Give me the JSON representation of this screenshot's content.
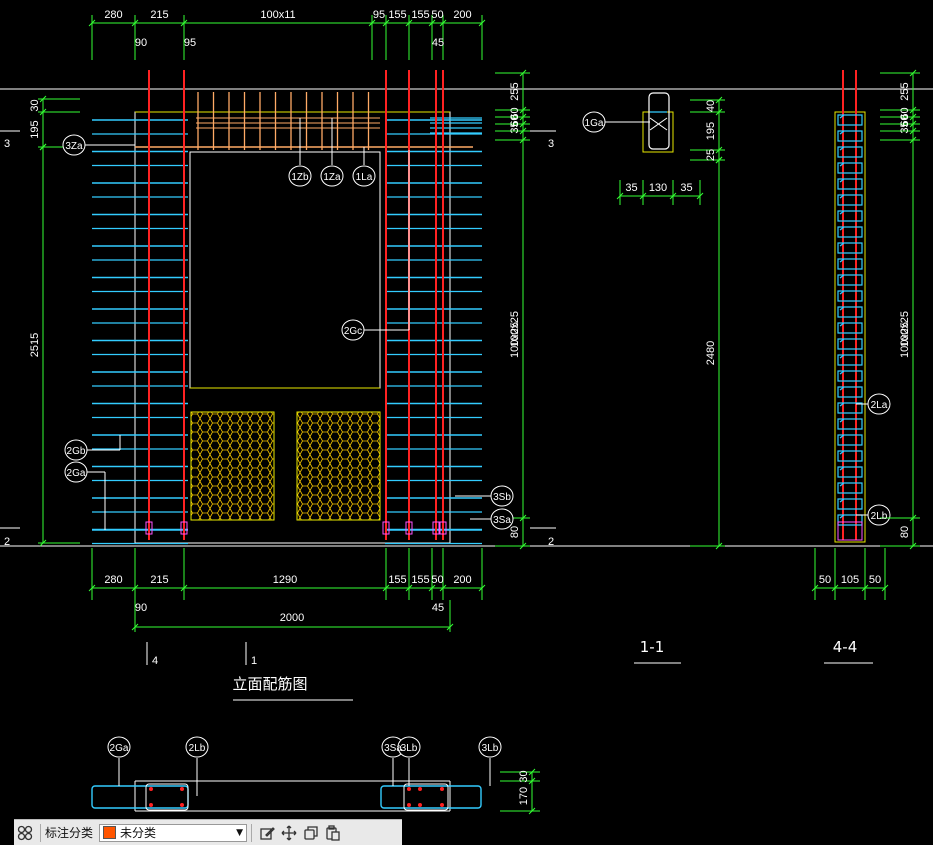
{
  "drawing": {
    "title": "立面配筋图",
    "section_1": "1-1",
    "section_4": "4-4",
    "cut_left_top": "3",
    "cut_left_bottom": "2",
    "cut_right_top": "3",
    "cut_right_bottom": "2",
    "ref_1": "1",
    "ref_4": "4"
  },
  "dims": {
    "top_row": [
      "280",
      "215",
      "100x11",
      "95",
      "155",
      "155",
      "50",
      "200"
    ],
    "top_small": [
      "90",
      "95",
      "45"
    ],
    "bottom_row": [
      "280",
      "215",
      "1290",
      "155",
      "155",
      "50",
      "200"
    ],
    "bottom_small": [
      "90",
      "45"
    ],
    "total_width": "2000",
    "left_vertical": [
      "30",
      "195",
      "2515"
    ],
    "right_vertical": [
      "255",
      "60",
      "60",
      "35",
      "100x25",
      "80"
    ],
    "sec1_vertical": [
      "40",
      "195",
      "25",
      "2480"
    ],
    "sec1_horizontal": [
      "35",
      "130",
      "35"
    ],
    "sec4_vertical": [
      "255",
      "60",
      "60",
      "35",
      "100x25",
      "80"
    ],
    "sec4_horizontal": [
      "50",
      "105",
      "50"
    ],
    "plan_vertical": [
      "30",
      "170"
    ]
  },
  "tags": {
    "main": [
      "3Za",
      "1Zb",
      "1Za",
      "1La",
      "2Gc",
      "2Gb",
      "2Ga",
      "3Sb",
      "3Sa"
    ],
    "sec1": [
      "1Ga"
    ],
    "sec4": [
      "2La",
      "2Lb"
    ],
    "plan": [
      "2Ga",
      "2Lb",
      "3Sa",
      "3Lb",
      "3Lb"
    ]
  },
  "colors": {
    "dimension": "#33ff33",
    "stirrup": "#33ccff",
    "rebar": "#ff2222",
    "outline": "#ffffff",
    "hatch": "#e8e800",
    "mesh": "#f0c000",
    "top_bars": "#ffaa66"
  },
  "toolbar": {
    "category_label": "标注分类",
    "selected_category": "未分类",
    "selected_color": "#ff5500",
    "icons": [
      "grid-icon",
      "edit-icon",
      "move-icon",
      "copy-icon",
      "paste-icon"
    ]
  }
}
